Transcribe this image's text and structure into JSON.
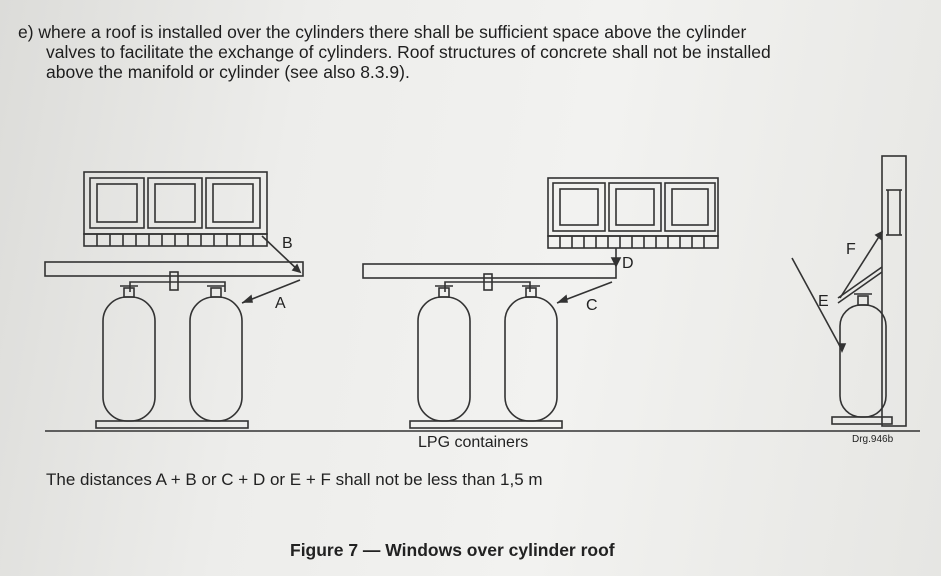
{
  "paragraph": {
    "line1": "e) where a roof is installed over the cylinders there shall be sufficient space above the cylinder",
    "line2": "valves to facilitate the exchange of cylinders. Roof structures of concrete shall not be installed",
    "line3": "above the manifold or cylinder (see also 8.3.9)."
  },
  "figure": {
    "labels": {
      "A": "A",
      "B": "B",
      "C": "C",
      "D": "D",
      "E": "E",
      "F": "F"
    },
    "containers_label": "LPG containers",
    "drawing_ref": "Drg.946b",
    "distance_note": "The distances A + B or C + D or E + F shall not be less than 1,5 m",
    "title": "Figure 7 — Windows over cylinder roof"
  }
}
